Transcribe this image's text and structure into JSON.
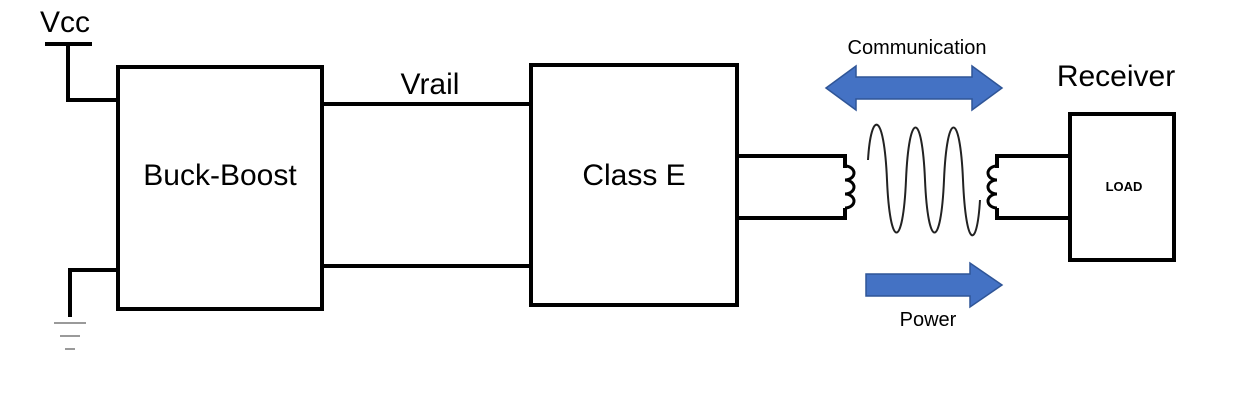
{
  "labels": {
    "vcc": "Vcc",
    "vrail": "Vrail",
    "buck_boost": "Buck-Boost",
    "class_e": "Class E",
    "communication": "Communication",
    "receiver": "Receiver",
    "load": "LOAD",
    "power": "Power"
  },
  "colors": {
    "arrow_fill": "#4472c4",
    "arrow_stroke": "#2f5597",
    "line": "#000000",
    "ground": "#9a9a9a"
  }
}
